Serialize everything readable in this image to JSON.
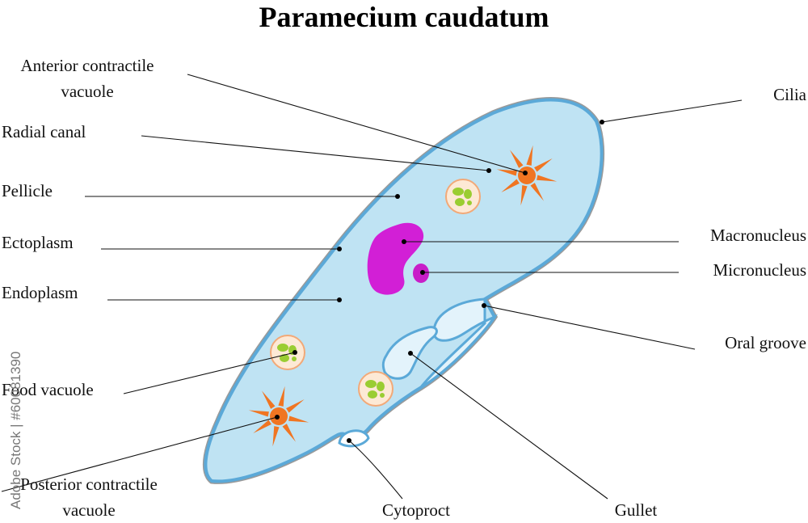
{
  "title": "Paramecium caudatum",
  "watermark": "Adobe Stock | #60081390",
  "colors": {
    "cell_fill": "#bfe3f3",
    "cell_outline": "#5ba9d8",
    "pellicle": "#9a9a9a",
    "cilia": "#8c8c8c",
    "macronucleus": "#d21fd6",
    "micronucleus": "#c81ec8",
    "contractile_vacuole": "#f07522",
    "food_vacuole_fill": "#fde9d5",
    "food_vacuole_border": "#f2a978",
    "food_particle": "#9acd32"
  },
  "labels": {
    "anterior_contractile_vacuole_1": "Anterior contractile",
    "anterior_contractile_vacuole_2": "vacuole",
    "radial_canal": "Radial canal",
    "pellicle": "Pellicle",
    "ectoplasm": "Ectoplasm",
    "endoplasm": "Endoplasm",
    "food_vacuole": "Food vacuole",
    "posterior_contractile_vacuole_1": "Posterior contractile",
    "posterior_contractile_vacuole_2": "vacuole",
    "cilia": "Cilia",
    "macronucleus": "Macronucleus",
    "micronucleus": "Micronucleus",
    "oral_groove": "Oral groove",
    "cytoproct": "Cytoproct",
    "gullet": "Gullet"
  }
}
